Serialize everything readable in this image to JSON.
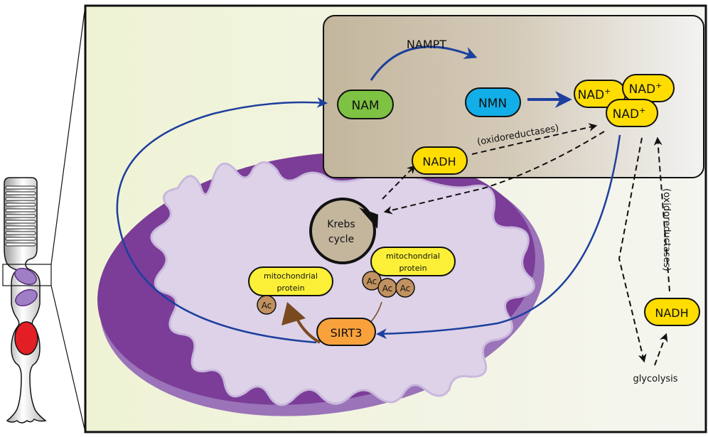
{
  "labels": {
    "nampt": "NAMPT",
    "nam": "NAM",
    "nmn": "NMN",
    "nad_plus": "NAD",
    "plus_sign": "+",
    "nadh_top": "NADH",
    "oxidoreductases_top": "(oxidoreductases)",
    "oxidoreductases_right": "(oxidoreductases)",
    "krebs_line1": "Krebs",
    "krebs_line2": "cycle",
    "mito_protein_left_line1": "mitochondrial",
    "mito_protein_left_line2": "protein",
    "mito_protein_right_line1": "mitochondrial",
    "mito_protein_right_line2": "protein",
    "ac": "Ac",
    "sirt3": "SIRT3",
    "nadh_right": "NADH",
    "glycolysis": "glycolysis"
  },
  "colors": {
    "background_panel": "#f2f5dc",
    "cytosol_box": "#c4b8a0",
    "mitochondrion_outer": "#7b3d98",
    "mitochondrion_inner": "#ddd2e8",
    "nam": "#7dc242",
    "nmn": "#12aee8",
    "nad": "#ffdd00",
    "mito_protein": "#fbf037",
    "ac": "#c19260",
    "sirt3": "#f9a23c",
    "blue_arrow": "#1d3f9e",
    "brown_arrow": "#7a4a1f",
    "photoreceptor_nucleus": "#e31e24"
  }
}
